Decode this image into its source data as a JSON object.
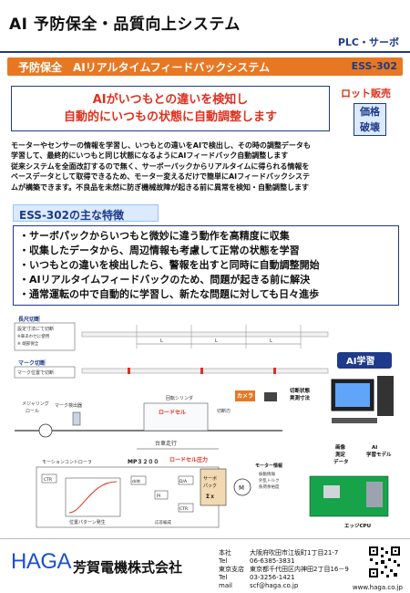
{
  "header": {
    "title": "AI 予防保全・品質向上システム",
    "category": "PLC・サーボ"
  },
  "product": {
    "name": "予防保全　AIリアルタイムフィードバックシステム",
    "code": "ESS-302"
  },
  "headline": {
    "line1": "AIがいつもとの違いを検知し",
    "line2": "自動的にいつもの状態に自動調整します"
  },
  "badges": {
    "lot_sale": "ロット販売",
    "price_line1": "価格",
    "price_line2": "破壊"
  },
  "intro": [
    "モーターやセンサーの情報を学習し、いつもとの違いをAIで検出し、その時の調整データも",
    "学習して、最終的にいつもと同じ状態になるようにAIフィードバック自動調整します",
    "従来システムを全面改訂するので無く、サーボーパックからリアルタイムに得られる情報を",
    "ベースデータとして取得できるため、モーター変えるだけで簡単にAIフィードバックシステ",
    "ムが構築できます。不良品を未然に防ぎ機械故障が起きる前に異常を検知・自動調整します"
  ],
  "features_title": "ESS-302の主な特徴",
  "features": [
    "・サーボパックからいつもと微妙に違う動作を高精度に収集",
    "・収集したデータから、周辺情報も考慮して正常の状態を学習",
    "・いつもとの違いを検出したら、警報を出すと同時に自動調整開始",
    "・AIリアルタイムフィードバックのため、問題が起きる前に解決",
    "・通常運転の中で自動的に学習し、新たな問題に対しても日々進歩"
  ],
  "diagram": {
    "box1_title": "長尺切断",
    "box1_l1": "設定寸法にて切断",
    "box1_l2": "※車あわせに使用",
    "box1_l3": "※ 端部保全",
    "box2_title": "マーク切断",
    "box2_l1": "マーク位置で切断",
    "dim_label": "L",
    "mark_sensor": "マーク検出器",
    "measure_roll": "メジャリング",
    "measure_roll2": "ロール",
    "cutter": "回転シリンダ",
    "loadcell": "ロードセル",
    "loadcell_pressure": "ロードセル圧力",
    "cut_blade": "切断刃",
    "camera": "カメラ",
    "cut_state": "切断状態",
    "cut_state2": "実測寸法",
    "carriage": "台車走行",
    "controller": "モーションコントローラ",
    "controller_model": "MP３２００",
    "servo_pack": "サーボ",
    "servo_pack2": "パック",
    "servo_model": "Σｘ",
    "motor": "M",
    "motor_info": "モーター情報",
    "motor_info_items": [
      "振動情報",
      "外乱トルク",
      "負荷余裕度"
    ],
    "ctr": "CTR",
    "position_gen": "位置パターン発生",
    "pi": "PI",
    "da": "D/A",
    "ddt": "d/dt",
    "return_cycle": "応答編成",
    "ai_learning": "AI学習",
    "image_data": [
      "画像",
      "測定",
      "データ"
    ],
    "ai_model": [
      "AI",
      "学習モデル"
    ],
    "edge_cpu": "エッジCPU"
  },
  "footer": {
    "logo": "HAGA",
    "company": "芳賀電機株式会社",
    "contacts": [
      {
        "key": "本社",
        "value": "大阪府吹田市江坂町1丁目21-7"
      },
      {
        "key": "Tel",
        "value": "06-6385-3831"
      },
      {
        "key": "東京支店",
        "value": "東京都千代田区内神田2丁目16－9"
      },
      {
        "key": "Tel",
        "value": "03-3256-1421"
      },
      {
        "key": "mail",
        "value": "scf@haga.co.jp"
      }
    ],
    "url": "www.haga.co.jp"
  },
  "colors": {
    "brand_blue": "#1e3a8a",
    "accent_orange": "#e87722",
    "alert_red": "#e0301e",
    "light_blue": "#dbeafe"
  }
}
